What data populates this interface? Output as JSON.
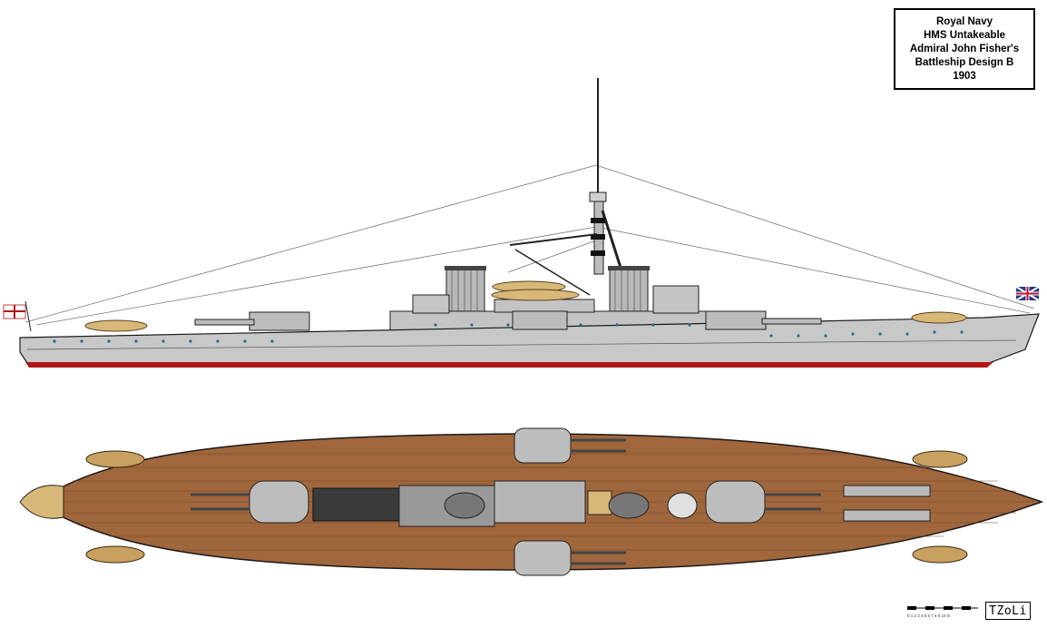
{
  "title_block": {
    "line1": "Royal Navy",
    "line2": "HMS Untakeable",
    "line3": "Admiral John Fisher's",
    "line4": "Battleship Design B",
    "line5": "1903"
  },
  "signature": "TZoLi",
  "scale_label": "0 1 2 3 4 5 6 7 8 9 10 m",
  "colors": {
    "hull_grey": "#c8c8c8",
    "deck_wood": "#a0663c",
    "boot_top": "#b01818",
    "boat_tan": "#d8b878",
    "outline": "#1a1a1a"
  }
}
